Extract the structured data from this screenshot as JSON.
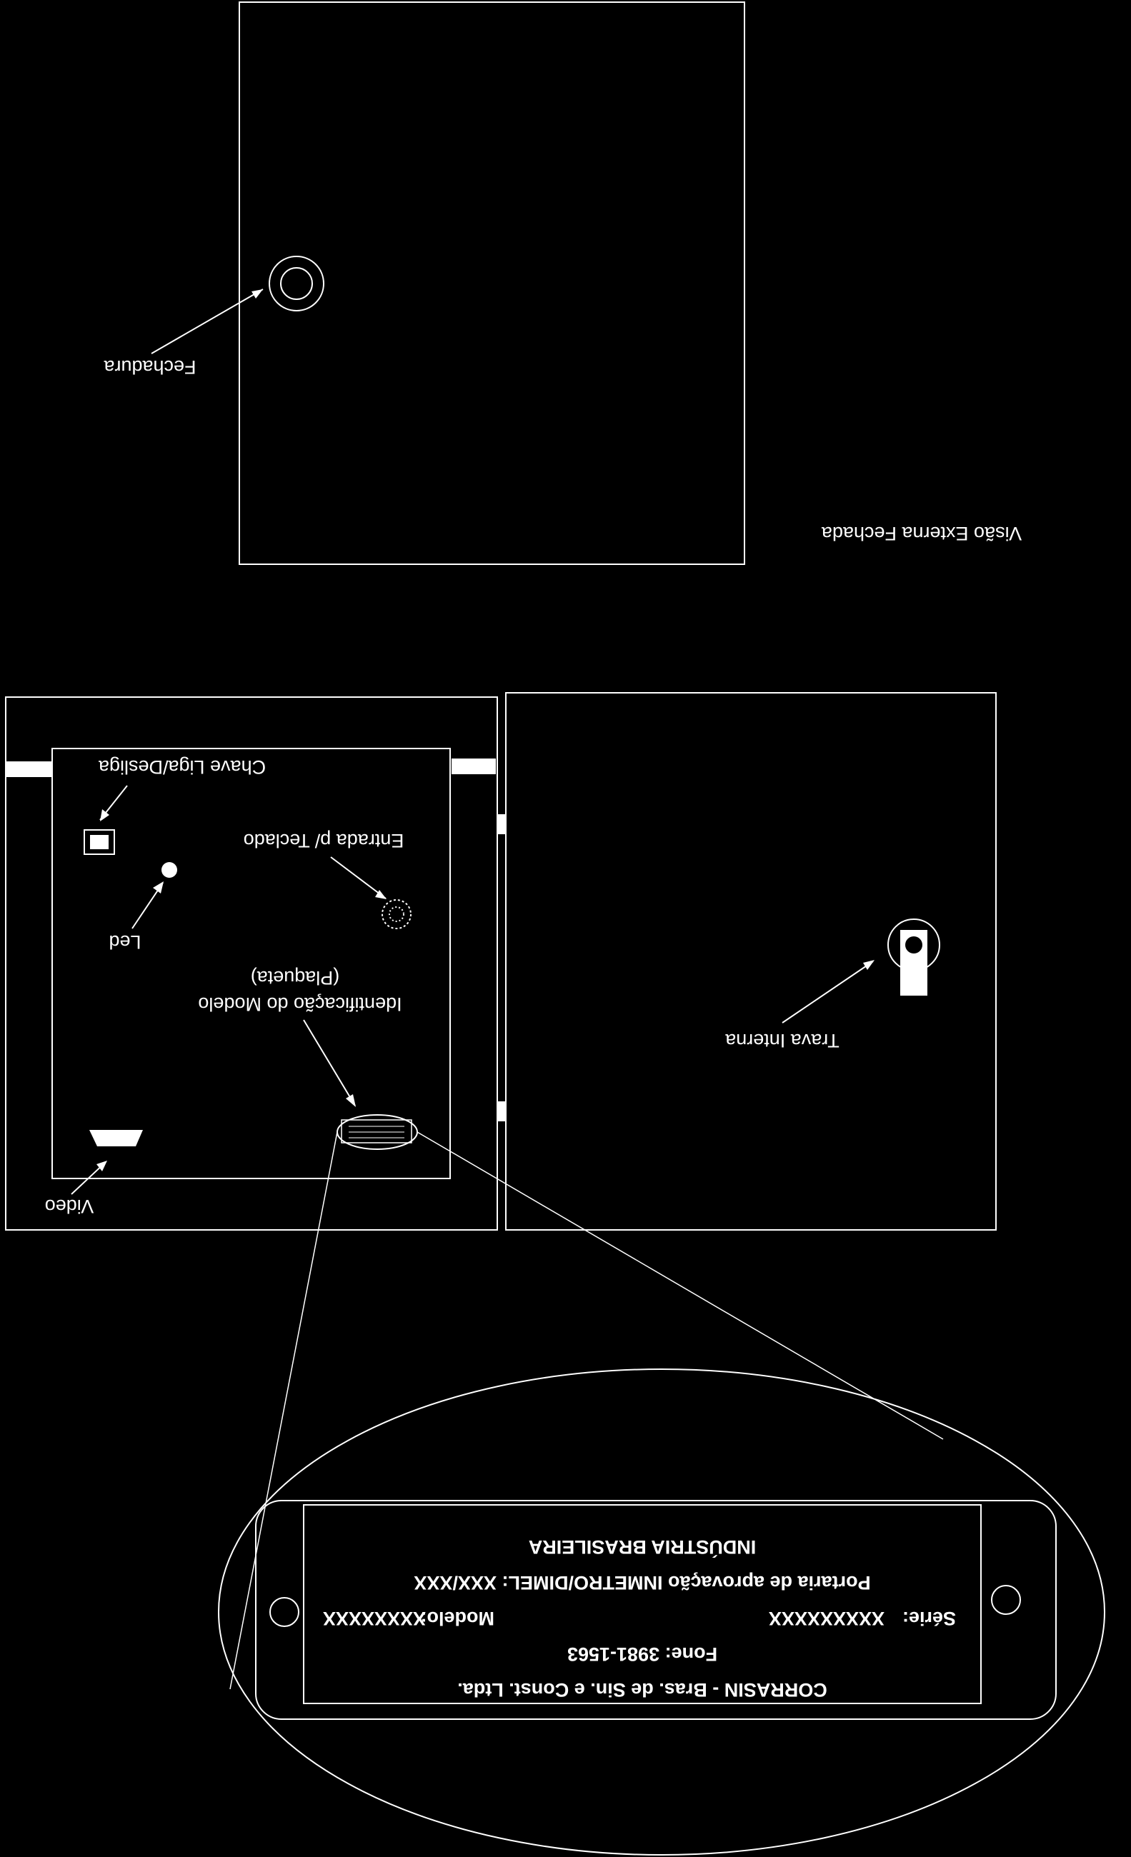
{
  "labels": {
    "fechadura": "Fechadura",
    "visao_externa": "Visão Externa Fechada",
    "chave": "Chave Liga/Desliga",
    "entrada_teclado": "Entrada p/ Teclado",
    "led": "Led",
    "identificacao_line1": "Identificação do Modelo",
    "identificacao_line2": "(Plaqueta)",
    "trava": "Trava Interna",
    "video": "Video"
  },
  "plate": {
    "line1": "INDÚSTRIA BRASILEIRA",
    "line2": "Portaria de aprovação INMETRO/DIMEL: XXX/XXX",
    "modelo_label": "Modelo:",
    "modelo_value": "XXXXXXXX",
    "serie_label": "Série:",
    "serie_value": "XXXXXXXXX",
    "fone": "Fone: 3981-1563",
    "company": "CORRASIN - Bras. de Sin. e Const. Ltda."
  },
  "colors": {
    "background": "#000000",
    "line": "#ffffff"
  },
  "orientation": "rotated 180 degrees"
}
